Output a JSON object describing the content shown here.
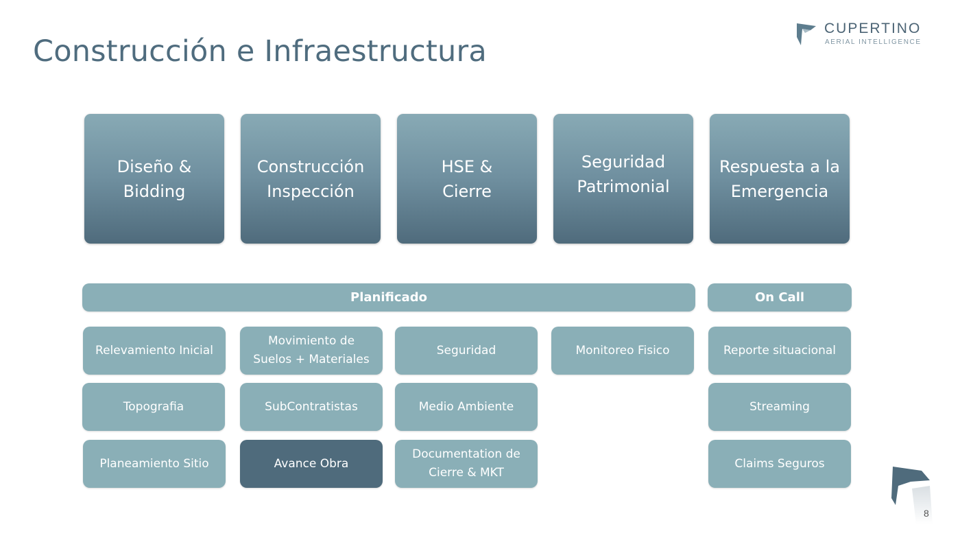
{
  "title": "Construcción e Infraestructura",
  "logo": {
    "name": "CUPERTINO",
    "tagline": "AERIAL INTELLIGENCE"
  },
  "categories": [
    "Diseño &\nBidding",
    "Construcción\nInspección",
    "HSE &\nCierre",
    "Seguridad\nPatrimonial",
    "Respuesta a la\nEmergencia"
  ],
  "bars": {
    "planned": "Planificado",
    "on_call": "On Call"
  },
  "services": {
    "col1": [
      "Relevamiento Inicial",
      "Topografia",
      "Planeamiento Sitio"
    ],
    "col2": [
      "Movimiento de\nSuelos + Materiales",
      "SubContratistas",
      "Avance Obra"
    ],
    "col3": [
      "Seguridad",
      "Medio Ambiente",
      "Documentation de\nCierre & MKT"
    ],
    "col4": [
      "Monitoreo Fisico"
    ],
    "col5": [
      "Reporte situacional",
      "Streaming",
      "Claims Seguros"
    ]
  },
  "highlighted_service": "Avance Obra",
  "page_number": "8",
  "colors": {
    "title": "#4f6c7e",
    "cell": "#8aafb7",
    "highlight": "#4f6b7c"
  }
}
